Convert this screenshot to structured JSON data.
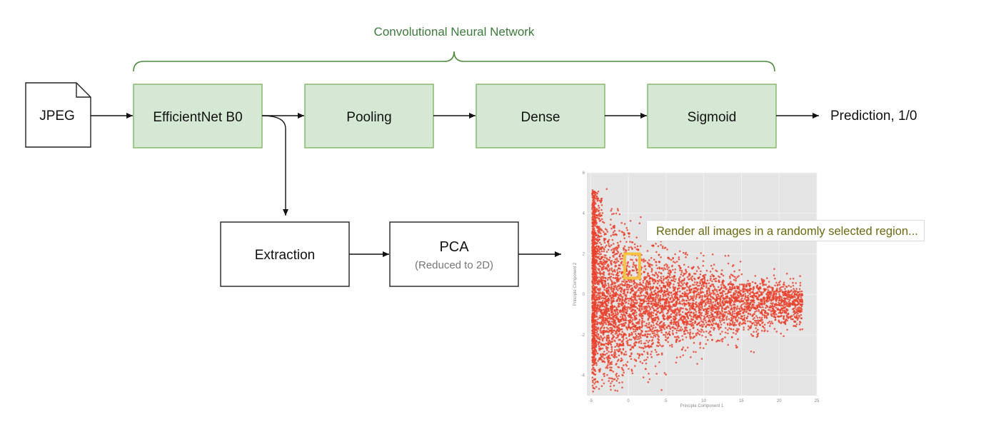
{
  "header": {
    "cnn_label": "Convolutional Neural Network"
  },
  "nodes": {
    "jpeg": "JPEG",
    "efficientnet": "EfficientNet B0",
    "pooling": "Pooling",
    "dense": "Dense",
    "sigmoid": "Sigmoid",
    "extraction": "Extraction",
    "pca_title": "PCA",
    "pca_subtitle": "(Reduced to 2D)"
  },
  "output": {
    "prediction": "Prediction, 1/0"
  },
  "callout": {
    "text": "Render all images in a randomly selected region..."
  },
  "colors": {
    "cnn_fill": "#d5e8d4",
    "cnn_stroke": "#82b366",
    "cnn_label": "#3d7a3d",
    "scatter_points": "#e8412c",
    "plot_background": "#e5e5e5",
    "highlight_box": "#f5c242",
    "callout_text": "#6b6a12"
  },
  "chart_data": {
    "type": "scatter",
    "title": "",
    "xlabel": "Principle Component 1",
    "ylabel": "Principle Component 2",
    "x_ticks": [
      "-5",
      "0",
      "5",
      "10",
      "15",
      "20",
      "25"
    ],
    "y_ticks": [
      "6",
      "4",
      "2",
      "0",
      "-2",
      "-4"
    ],
    "xlim": [
      -5.5,
      25
    ],
    "ylim": [
      -5,
      6
    ],
    "grid": true,
    "series": [
      {
        "color": "#e8412c",
        "x": [
          -4.6,
          -4.2,
          -3.8,
          -3.5,
          -3.1,
          -2.7,
          -2.3,
          -1.9,
          -1.5,
          -1.1,
          -0.7,
          -0.3,
          0.1,
          0.5,
          0.9,
          1.3,
          1.7,
          2.1,
          2.5,
          2.9,
          3.3,
          3.7,
          4.1,
          4.5,
          4.9,
          5.3,
          5.7,
          6.1,
          6.5,
          6.9,
          7.3,
          7.7,
          8.1,
          8.5,
          8.9,
          9.3,
          9.7,
          10.1,
          10.5,
          10.9,
          11.3,
          11.7,
          12.1,
          12.5,
          12.9,
          13.3,
          13.7,
          14.1,
          14.5,
          14.9,
          15.3,
          15.7,
          16.1,
          16.5,
          16.9,
          17.3,
          17.7,
          18.1,
          18.5,
          18.9,
          19.3,
          19.7,
          20.1,
          20.5,
          20.9,
          21.3,
          21.7,
          22.1,
          22.5,
          23.0
        ],
        "y": [
          4.8,
          3.9,
          -3.2,
          1.5,
          -0.4,
          2.6,
          -1.8,
          3.3,
          0.7,
          -2.5,
          1.9,
          -0.9,
          3.0,
          0.2,
          -1.6,
          2.2,
          -0.3,
          1.1,
          -2.1,
          0.8,
          2.4,
          -1.0,
          1.6,
          -0.6,
          0.4,
          1.8,
          -1.4,
          0.9,
          -0.2,
          1.3,
          -1.1,
          0.5,
          1.0,
          -0.7,
          0.3,
          0.8,
          -0.5,
          0.6,
          -0.2,
          0.4,
          0.9,
          -0.3,
          0.2,
          0.6,
          -0.4,
          0.1,
          0.5,
          -0.2,
          0.3,
          0.0,
          0.4,
          -0.3,
          0.2,
          0.1,
          -0.1,
          0.3,
          0.0,
          0.2,
          -0.2,
          0.1,
          0.0,
          0.2,
          -0.1,
          0.1,
          0.0,
          0.1,
          -0.1,
          0.0,
          0.1,
          0.0
        ]
      }
    ],
    "highlight_region": {
      "x": [
        -0.5,
        1.5
      ],
      "y": [
        0.8,
        2.0
      ]
    }
  }
}
